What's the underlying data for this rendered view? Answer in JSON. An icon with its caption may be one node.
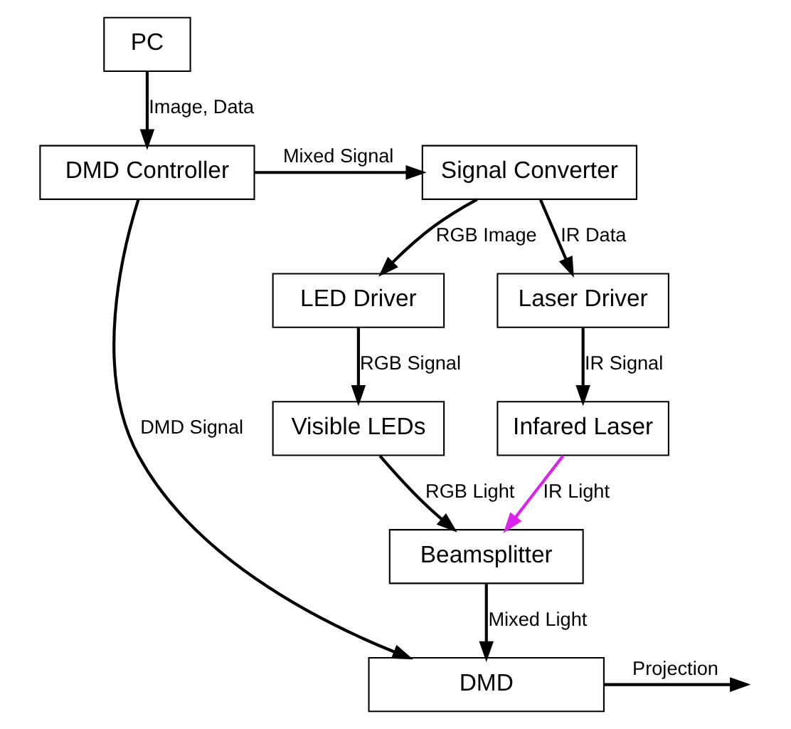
{
  "diagram": {
    "nodes": [
      {
        "text": [
          "PC"
        ]
      },
      {
        "text": [
          "DMD Controller"
        ]
      },
      {
        "text": [
          "Signal Converter"
        ]
      },
      {
        "text": [
          "LED Driver"
        ]
      },
      {
        "text": [
          "Laser Driver"
        ]
      },
      {
        "text": [
          "Visible LEDs"
        ]
      },
      {
        "text": [
          "Infared Laser"
        ]
      },
      {
        "text": [
          "Beamsplitter"
        ]
      },
      {
        "text": [
          "DMD"
        ]
      }
    ],
    "edges": [
      {
        "from": 0,
        "to": 1,
        "arrow": "to",
        "label": "Image, Data"
      },
      {
        "from": 1,
        "to": 2,
        "arrow": "to",
        "label": "Mixed Signal"
      },
      {
        "from": 2,
        "to": 3,
        "arrow": "to",
        "label": "RGB Image"
      },
      {
        "from": 2,
        "to": 4,
        "arrow": "to",
        "label": "IR Data"
      },
      {
        "from": 3,
        "to": 5,
        "arrow": "to",
        "label": "RGB Signal"
      },
      {
        "from": 4,
        "to": 6,
        "arrow": "to",
        "label": "IR Signal"
      },
      {
        "from": 5,
        "to": 7,
        "arrow": "to",
        "label": "RGB Light"
      },
      {
        "from": 6,
        "to": 7,
        "arrow": "to",
        "label": "IR Light",
        "color": "#dd22ee"
      },
      {
        "from": 7,
        "to": 8,
        "arrow": "to",
        "label": "Mixed Light"
      },
      {
        "from": 1,
        "to": 8,
        "arrow": "to",
        "label": "DMD Signal"
      },
      {
        "from": 8,
        "to": null,
        "arrow": "to",
        "label": "Projection"
      }
    ]
  }
}
